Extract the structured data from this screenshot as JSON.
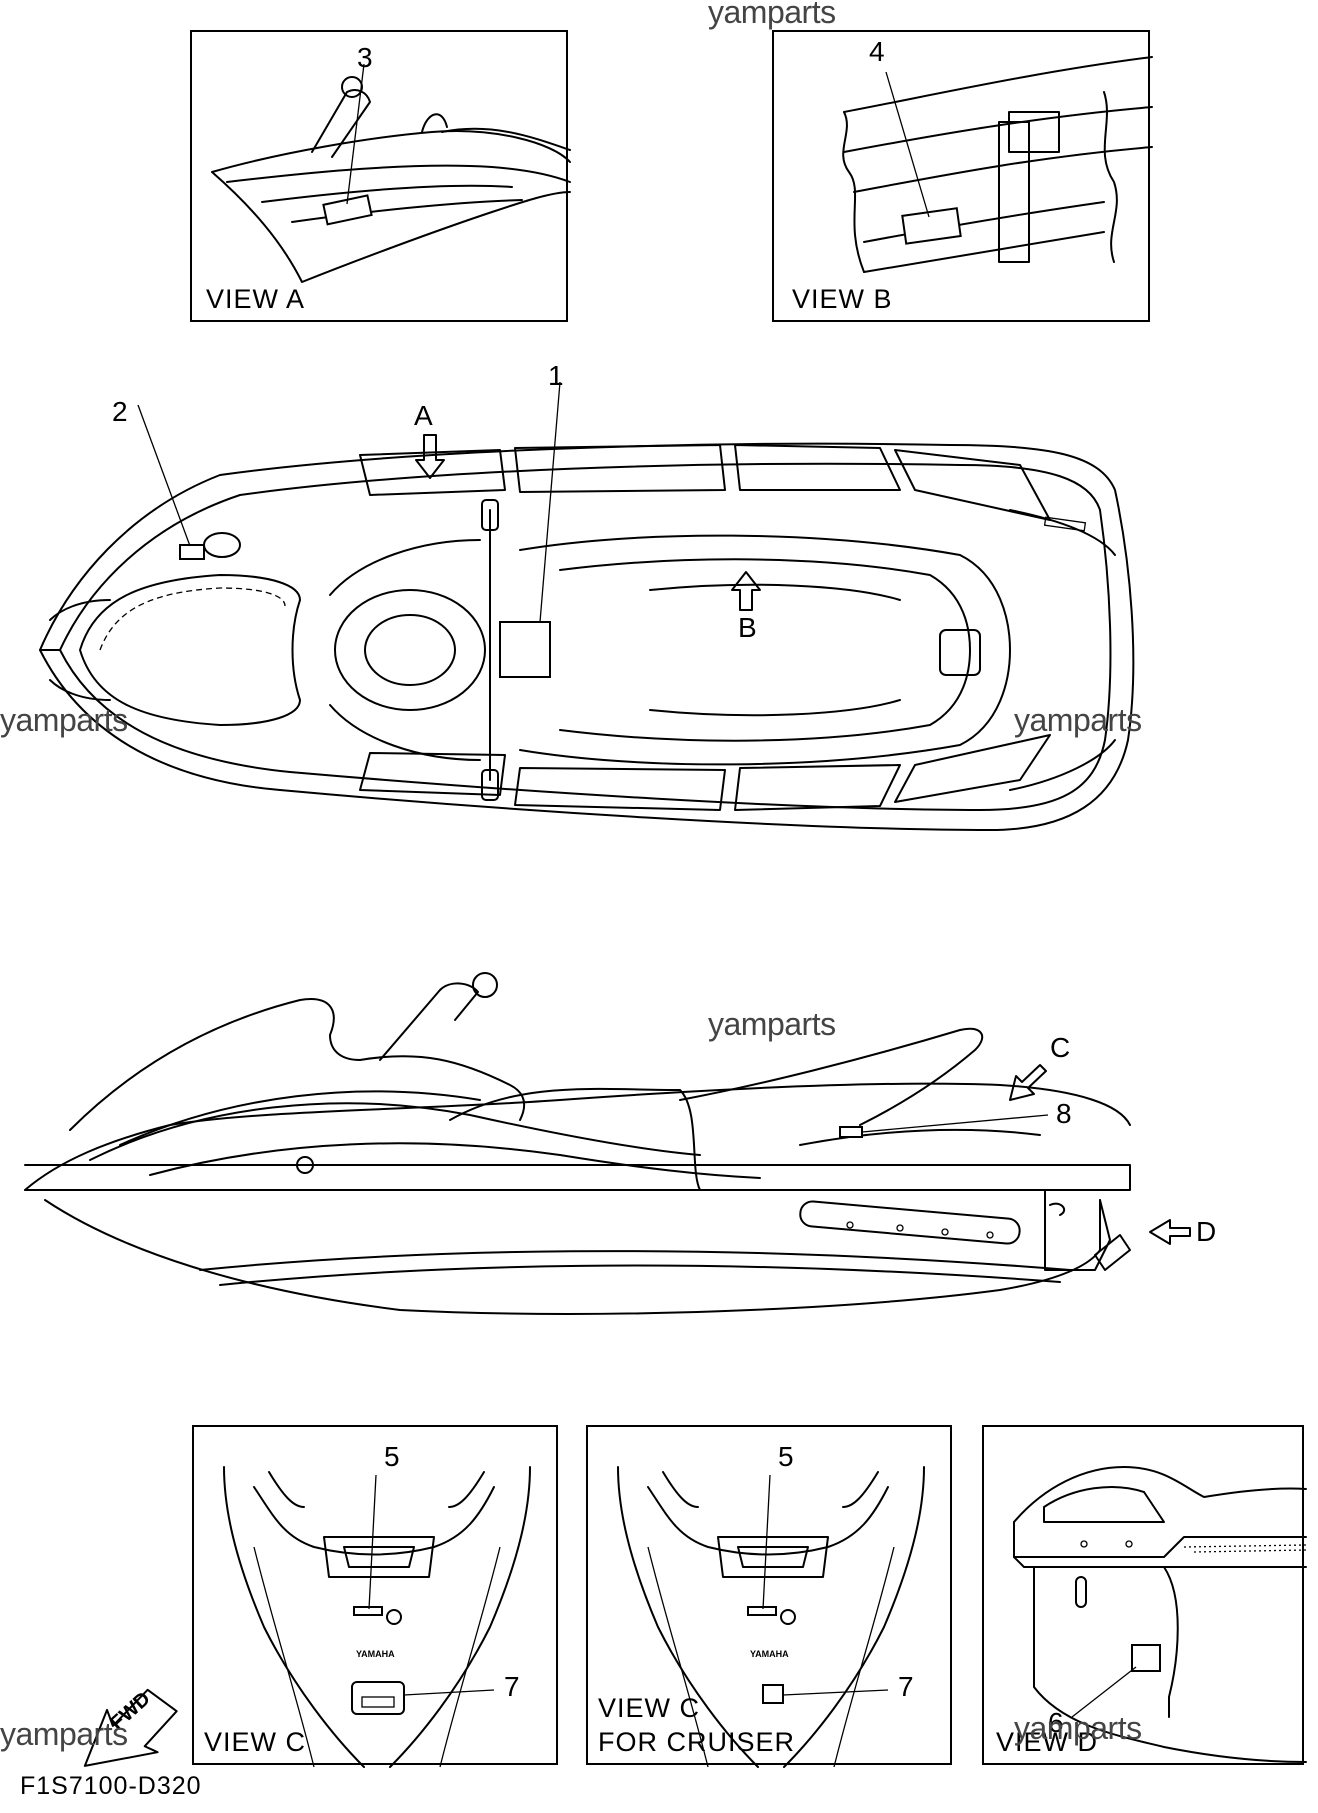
{
  "views": {
    "a": {
      "label": "VIEW A"
    },
    "b": {
      "label": "VIEW B"
    },
    "c": {
      "label": "VIEW C"
    },
    "c_cruiser": {
      "label_line1": "VIEW C",
      "label_line2": "FOR CRUISER"
    },
    "d": {
      "label": "VIEW D"
    }
  },
  "callouts": {
    "n1": "1",
    "n2": "2",
    "n3": "3",
    "n4": "4",
    "n5": "5",
    "n5b": "5",
    "n6": "6",
    "n7": "7",
    "n7b": "7",
    "n8": "8"
  },
  "arrows": {
    "a": "A",
    "b": "B",
    "c": "C",
    "d": "D"
  },
  "fwd_text": "FWD",
  "hull_logo": "YAMAHA",
  "watermark": "yamparts",
  "diagram_code": "F1S7100-D320"
}
